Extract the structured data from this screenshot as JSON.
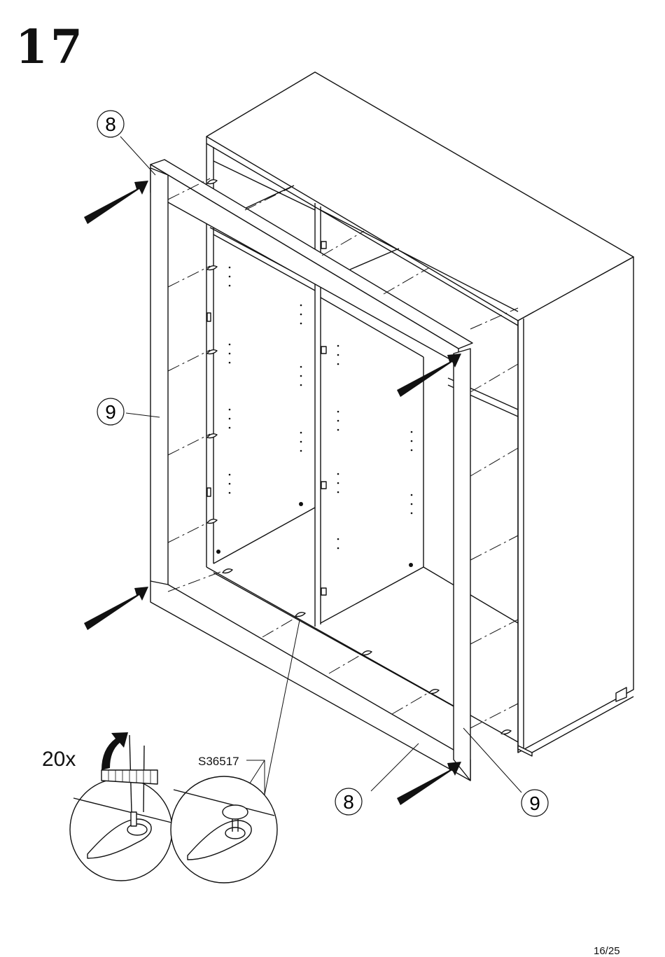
{
  "step": {
    "number": "17"
  },
  "parts": [
    {
      "id": "part-8-top",
      "label": "8"
    },
    {
      "id": "part-9-left",
      "label": "9"
    },
    {
      "id": "part-8-bottom",
      "label": "8"
    },
    {
      "id": "part-9-right",
      "label": "9"
    }
  ],
  "detail": {
    "quantity": "20x",
    "fitting_code": "S36517"
  },
  "icons": [
    "rotate-arrow-icon",
    "screwdriver-icon",
    "cam-lock-icon",
    "insert-arrow-icon"
  ],
  "footer": {
    "page": "16/25"
  }
}
